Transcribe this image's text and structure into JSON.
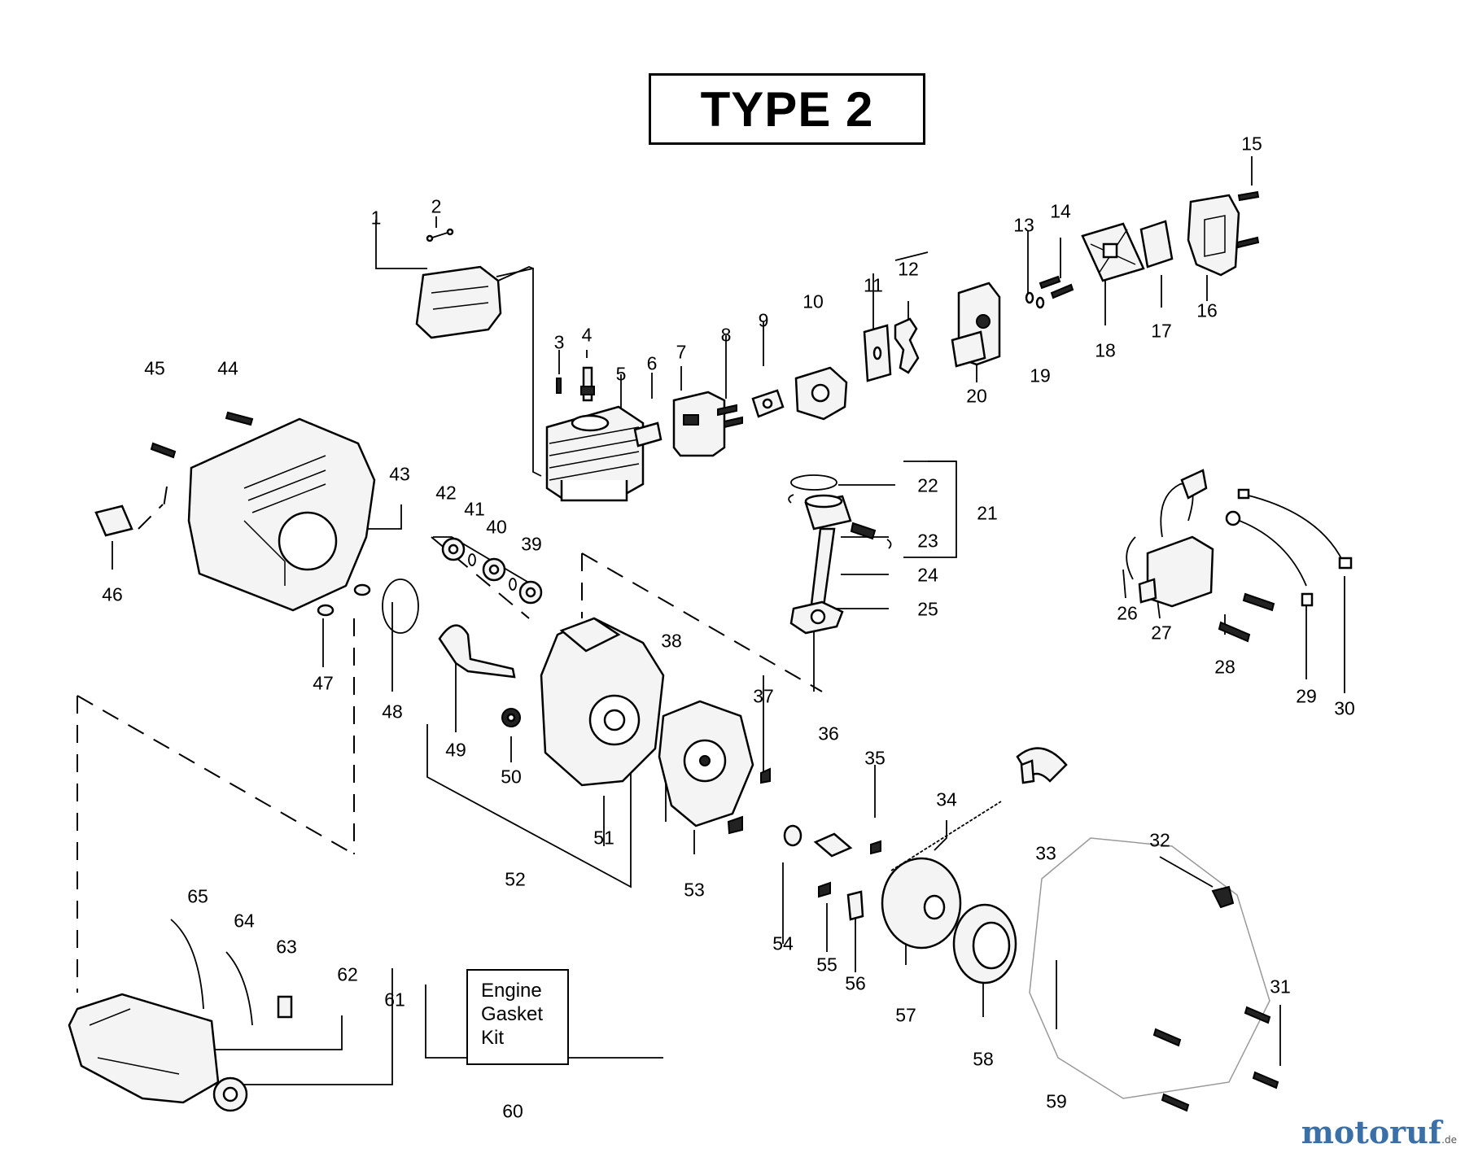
{
  "title": "TYPE 2",
  "kit_label": [
    "Engine",
    "Gasket",
    "Kit"
  ],
  "watermark": {
    "text": "motoruf",
    "suffix": ".de"
  },
  "callouts": {
    "c1": "1",
    "c2": "2",
    "c3": "3",
    "c4": "4",
    "c5": "5",
    "c6": "6",
    "c7": "7",
    "c8": "8",
    "c9": "9",
    "c10": "10",
    "c11": "11",
    "c12": "12",
    "c13": "13",
    "c14": "14",
    "c15": "15",
    "c16": "16",
    "c17": "17",
    "c18": "18",
    "c19": "19",
    "c20": "20",
    "c21": "21",
    "c22": "22",
    "c23": "23",
    "c24": "24",
    "c25": "25",
    "c26": "26",
    "c27": "27",
    "c28": "28",
    "c29": "29",
    "c30": "30",
    "c31": "31",
    "c32": "32",
    "c33": "33",
    "c34": "34",
    "c35": "35",
    "c36": "36",
    "c37": "37",
    "c38": "38",
    "c39": "39",
    "c40": "40",
    "c41": "41",
    "c42": "42",
    "c43": "43",
    "c44": "44",
    "c45": "45",
    "c46": "46",
    "c47": "47",
    "c48": "48",
    "c49": "49",
    "c50": "50",
    "c51": "51",
    "c52": "52",
    "c53": "53",
    "c54": "54",
    "c55": "55",
    "c56": "56",
    "c57": "57",
    "c58": "58",
    "c59": "59",
    "c60": "60",
    "c61": "61",
    "c62": "62",
    "c63": "63",
    "c64": "64",
    "c65": "65"
  }
}
